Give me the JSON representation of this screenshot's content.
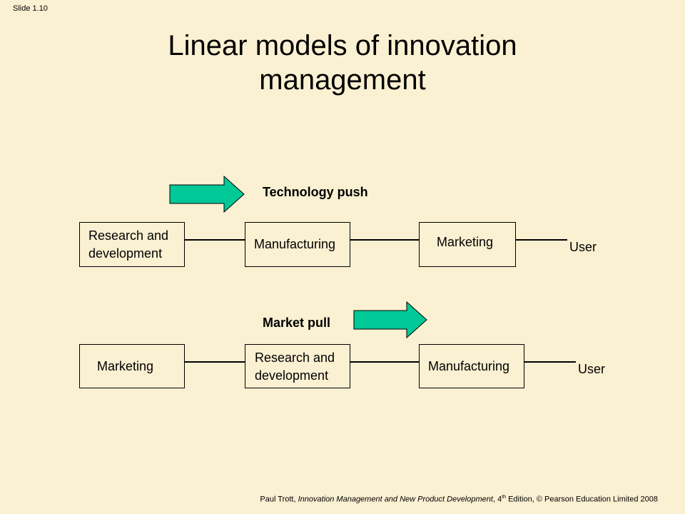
{
  "slide_number": "Slide 1.10",
  "title_line1": "Linear models of innovation",
  "title_line2": "management",
  "tech_push": {
    "label": "Technology push",
    "boxes": [
      "Research and",
      "development",
      "Manufacturing",
      "Marketing"
    ],
    "end": "User"
  },
  "market_pull": {
    "label": "Market pull",
    "boxes": [
      "Marketing",
      "Research and",
      "development",
      "Manufacturing"
    ],
    "end": "User"
  },
  "footer": {
    "author": "Paul Trott, ",
    "book": "Innovation Management and New Product Development",
    "edition_prefix": ", 4",
    "edition_sup": "th",
    "rest": " Edition, © Pearson Education Limited 2008"
  },
  "colors": {
    "background": "#faf0d2",
    "arrow_fill": "#00c896"
  }
}
